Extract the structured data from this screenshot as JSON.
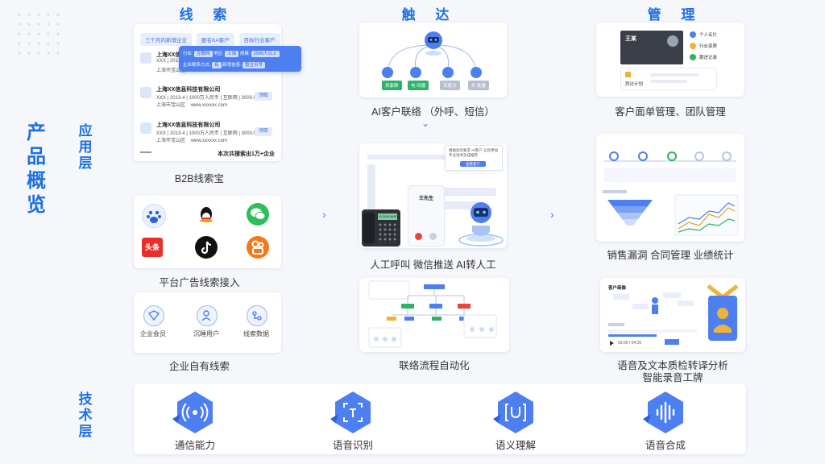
{
  "overview_title": "产品概览",
  "layers": {
    "app": "应用层",
    "tech": "技术层"
  },
  "columns": {
    "leads": "线 索",
    "reach": "触 达",
    "manage": "管 理"
  },
  "leads": {
    "b2b": {
      "filter_chips": [
        "三个月内新增企业",
        "匿名KA客户",
        "目标行业客户"
      ],
      "filter_row1": [
        "行业:",
        "互联网",
        "地区:",
        "上海",
        "规模:",
        "2000人以上"
      ],
      "filter_row2": [
        "企业联系方式:",
        "有",
        "新增信息:",
        "暂立日号"
      ],
      "items": [
        {
          "name": "上海XX信息科技有限公司",
          "line2": "XXX | 2013-4 | ...",
          "line3": "上海市宝山区",
          "action": ""
        },
        {
          "name": "上海XX信息科技有限公司",
          "line2": "XXX | 2013-4 | 1000万人民币 | 互联网 | 3000人",
          "line3": "上海市宝山区",
          "web": "www.xxxxxx.com",
          "action": "领取"
        },
        {
          "name": "上海XX信息科技有限公司",
          "line2": "XXX | 2013-4 | 1000万人民币 | 互联网 | 3000人",
          "line3": "上海市宝山区",
          "web": "www.xxxxxx.com",
          "action": "领取"
        }
      ],
      "footer": "本次共搜索出1万+企业",
      "caption": "B2B线索宝"
    },
    "ads_caption": "平台广告线索接入",
    "ads_platforms": [
      "baidu-icon",
      "qq-icon",
      "wechat-icon",
      "toutiao-icon",
      "douyin-icon",
      "kuaishou-icon"
    ],
    "toutiao_label": "头条",
    "own": {
      "items": [
        "企业会员",
        "沉睡用户",
        "线索数据"
      ],
      "caption": "企业自有线索"
    }
  },
  "reach": {
    "ai_tags": [
      "卖家群",
      "电 间播",
      "百度分",
      "外 批量"
    ],
    "ai_caption": "AI客户联络 （外呼、短信）",
    "call_name": "王先生",
    "call_number": "01-2018-4040",
    "chat_snippet": "根据您的要求 AI客户·让您更加专业话术生成推荐",
    "chat_btn": "查看客户",
    "call_caption": "人工呼叫 微信推送 AI转人工",
    "flow_caption": "联络流程自动化"
  },
  "manage": {
    "crm_name": "王某",
    "crm_links": [
      "个人名片",
      "行业资质",
      "跟进记录"
    ],
    "crm_plan": "拜访计划",
    "crm_caption": "客户面单管理、团队管理",
    "sales_caption": "销售漏洞 合同管理 业绩统计",
    "qc_title": "客户画像",
    "qc_time": "03:00 / 04:20",
    "qc_caption_1": "语音及文本质检转译分析",
    "qc_caption_2": "智能录音工牌"
  },
  "tech": [
    {
      "label": "通信能力",
      "icon": "wireless-icon"
    },
    {
      "label": "语音识别",
      "icon": "scan-text-icon"
    },
    {
      "label": "语义理解",
      "icon": "semantic-icon"
    },
    {
      "label": "语音合成",
      "icon": "soundwave-icon"
    }
  ],
  "colors": {
    "primary": "#1f6fe6",
    "light": "#e8eefc",
    "bg": "#f5f7fb"
  }
}
